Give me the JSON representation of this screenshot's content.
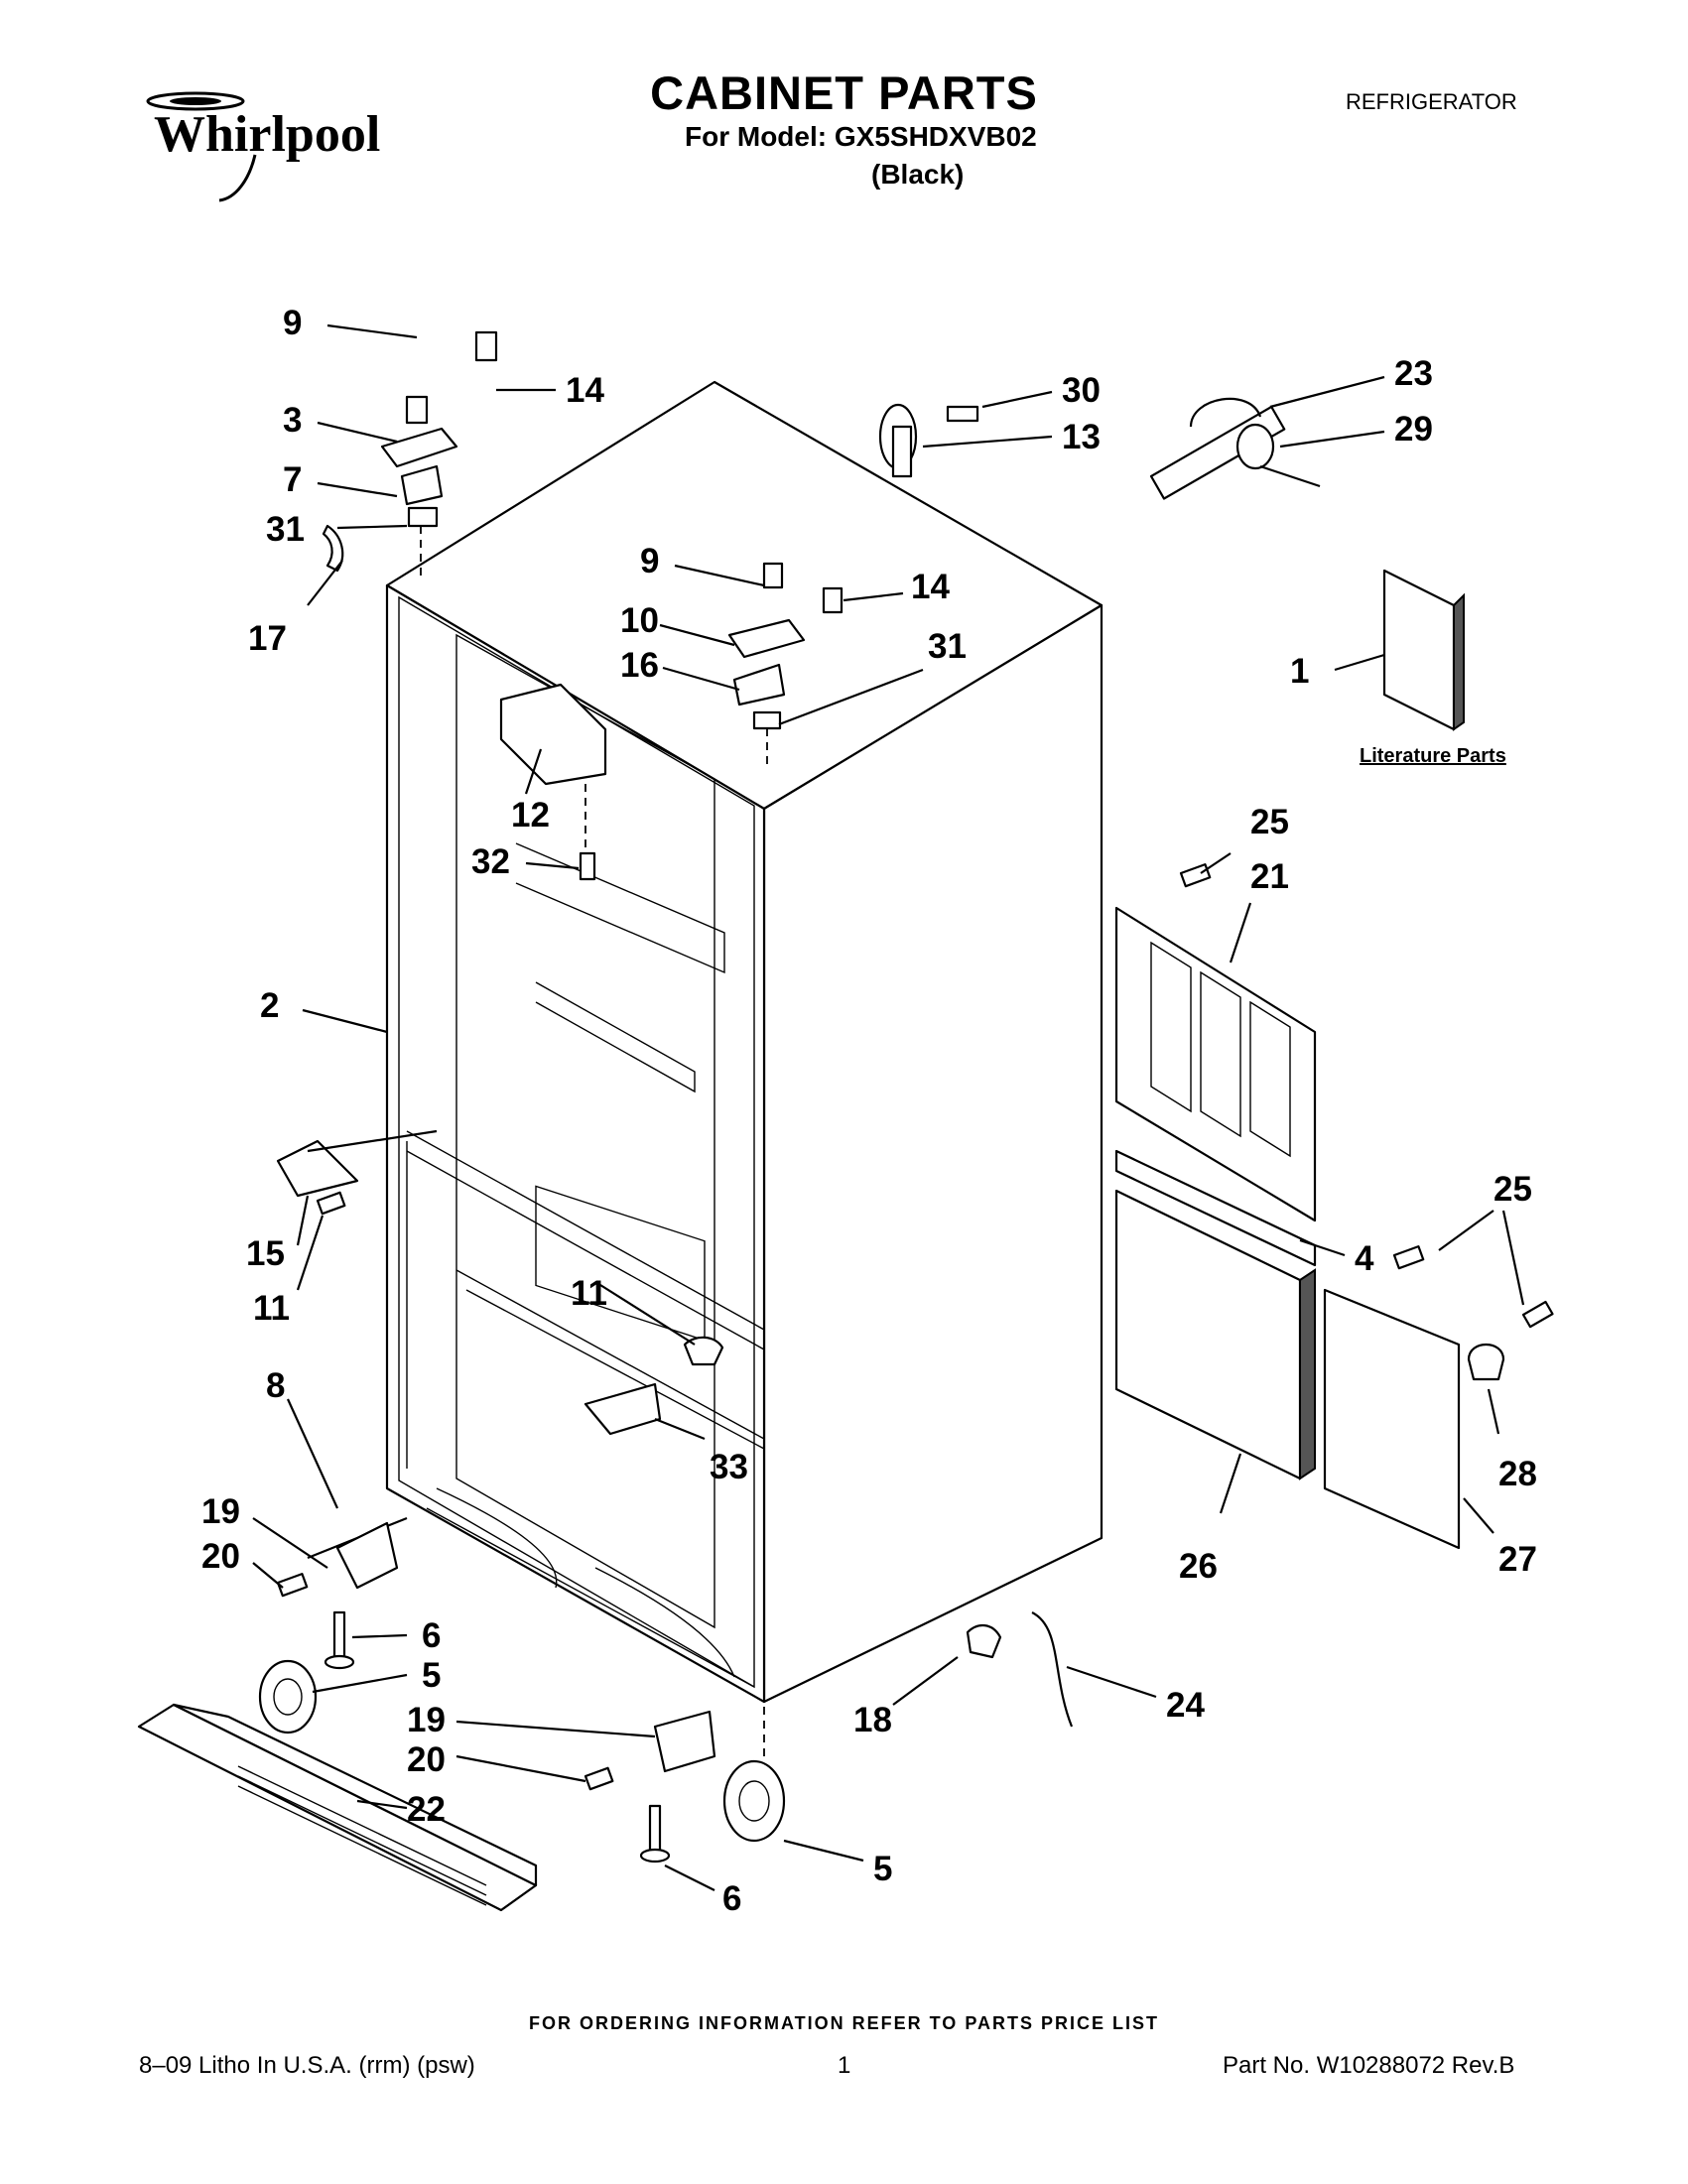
{
  "header": {
    "brand": "Whirlpool",
    "title": "CABINET PARTS",
    "model_line": "For Model: GX5SHDXVB02",
    "variant": "(Black)",
    "category": "REFRIGERATOR"
  },
  "diagram": {
    "literature_label": "Literature Parts",
    "callouts": [
      "9",
      "14",
      "3",
      "7",
      "31",
      "17",
      "30",
      "13",
      "23",
      "29",
      "9",
      "14",
      "10",
      "16",
      "31",
      "1",
      "12",
      "32",
      "25",
      "21",
      "2",
      "15",
      "11",
      "4",
      "25",
      "11",
      "8",
      "33",
      "28",
      "19",
      "20",
      "26",
      "27",
      "6",
      "5",
      "19",
      "18",
      "24",
      "20",
      "22",
      "5",
      "6"
    ]
  },
  "footer": {
    "ordering": "FOR ORDERING INFORMATION REFER TO PARTS PRICE LIST",
    "litho": "8–09 Litho In U.S.A. (rrm) (psw)",
    "page": "1",
    "part_no": "Part No. W10288072 Rev.B"
  }
}
